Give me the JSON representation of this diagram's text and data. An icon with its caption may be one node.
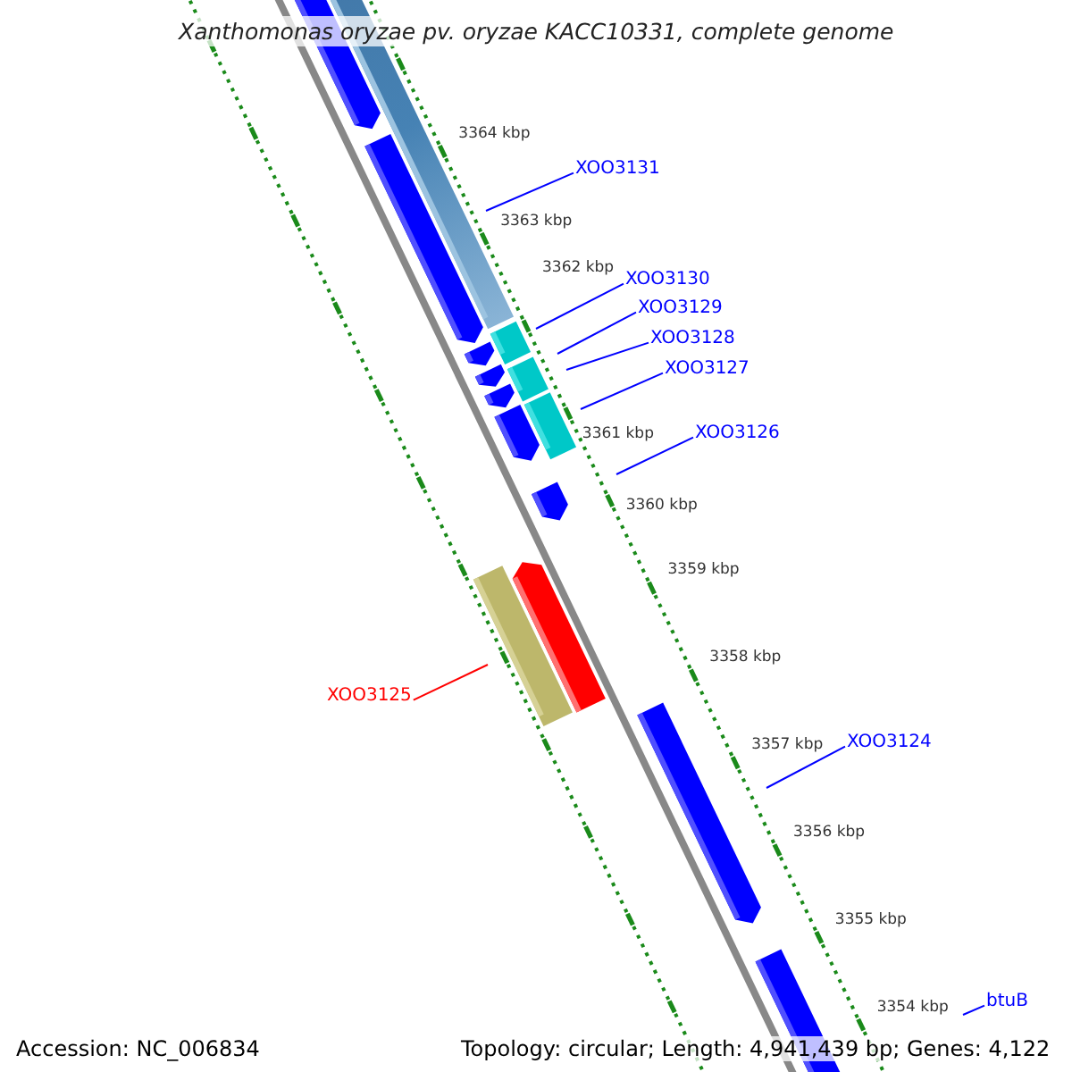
{
  "diagram": {
    "title": "Xanthomonas oryzae pv. oryzae KACC10331, complete genome",
    "nodes": [
      {
        "text": [
          "XOO3131"
        ]
      },
      {
        "text": [
          "XOO3130"
        ]
      },
      {
        "text": [
          "XOO3129"
        ]
      },
      {
        "text": [
          "XOO3128"
        ]
      },
      {
        "text": [
          "XOO3127"
        ]
      },
      {
        "text": [
          "XOO3126"
        ]
      },
      {
        "text": [
          "XOO3125"
        ]
      },
      {
        "text": [
          "XOO3124"
        ]
      },
      {
        "text": [
          "btuB"
        ]
      }
    ],
    "edges": [
      {
        "from": 0,
        "to": null,
        "arrow": "none"
      },
      {
        "from": 1,
        "to": null,
        "arrow": "none"
      },
      {
        "from": 2,
        "to": null,
        "arrow": "none"
      },
      {
        "from": 3,
        "to": null,
        "arrow": "none"
      },
      {
        "from": 4,
        "to": null,
        "arrow": "none"
      },
      {
        "from": 5,
        "to": null,
        "arrow": "none"
      },
      {
        "from": 6,
        "to": null,
        "arrow": "none",
        "color": "#ff0000"
      },
      {
        "from": 7,
        "to": null,
        "arrow": "none"
      },
      {
        "from": 8,
        "to": null,
        "arrow": "none"
      }
    ],
    "labels": [
      "3364 kbp",
      "3363 kbp",
      "3362 kbp",
      "3361 kbp",
      "3360 kbp",
      "3359 kbp",
      "3358 kbp",
      "3357 kbp",
      "3356 kbp",
      "3355 kbp",
      "3354 kbp",
      "Accession: NC_006834",
      "Topology: circular; Length: 4,941,439 bp; Genes: 4,122"
    ]
  }
}
